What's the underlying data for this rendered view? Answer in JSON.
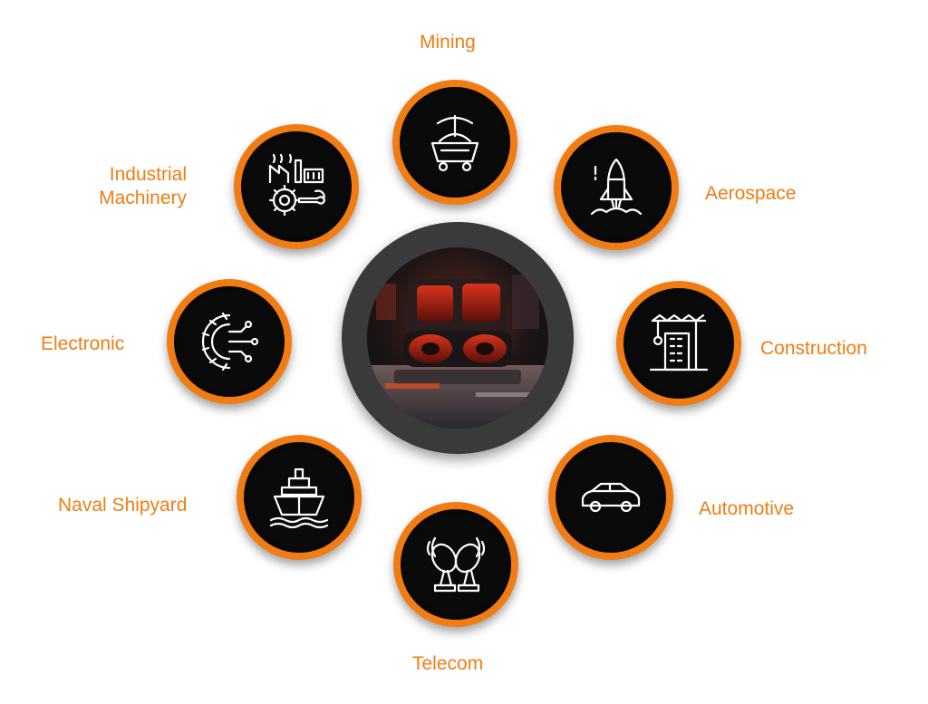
{
  "labels": {
    "mining": "Mining",
    "aerospace": "Aerospace",
    "construction": "Construction",
    "automotive": "Automotive",
    "telecom": "Telecom",
    "naval_line1": "Naval Shipyard",
    "electronic": "Electronic",
    "industrial_line1": "Industrial",
    "industrial_line2": "Machinery"
  },
  "icons": {
    "center": "machine-photo",
    "mining": "mine-cart-pickaxe-icon",
    "aerospace": "rocket-icon",
    "construction": "crane-building-icon",
    "automotive": "car-icon",
    "telecom": "satellite-dish-icon",
    "naval": "ship-icon",
    "electronic": "gear-circuit-icon",
    "industrial": "factory-gear-wrench-icon"
  },
  "colors": {
    "accent": "#f07c13",
    "node_fill": "#0a0a0a",
    "hub_ring": "#3a3a3a",
    "icon_stroke": "#ffffff"
  }
}
